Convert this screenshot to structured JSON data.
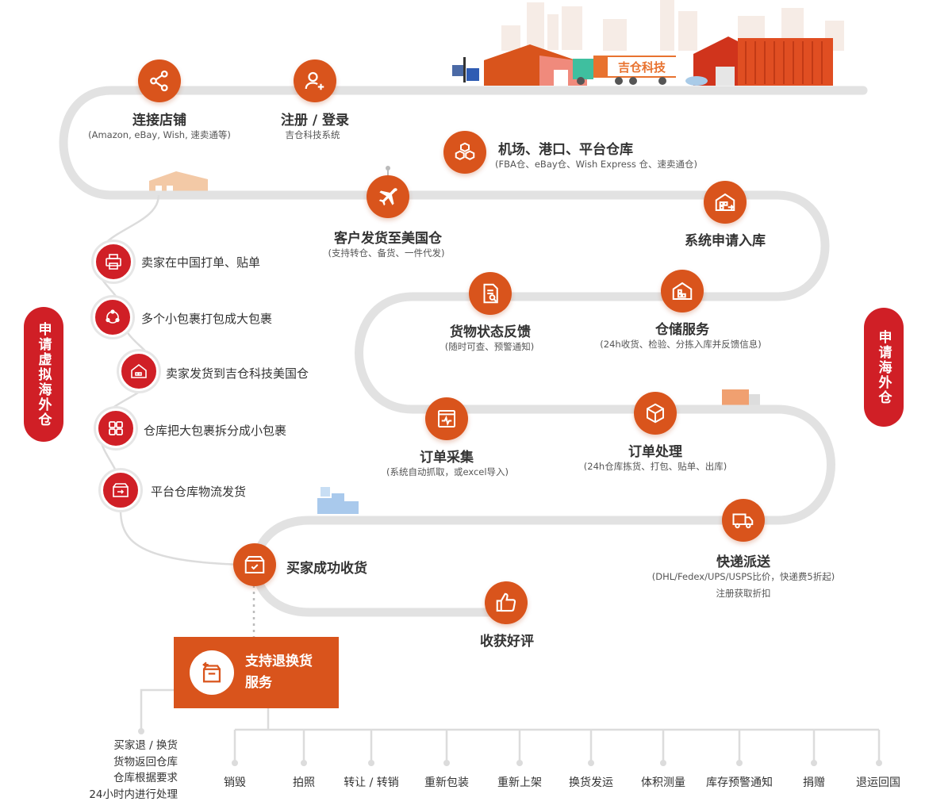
{
  "brand": "吉仓科技",
  "colors": {
    "accent": "#d9541c",
    "red": "#d01f26",
    "path": "#e2e2e2"
  },
  "left_label": "申请虚拟海外仓",
  "right_label": "申请海外仓",
  "steps": {
    "connect": {
      "title": "连接店铺",
      "sub": "(Amazon, eBay, Wish, 速卖通等)",
      "icon": "share-icon"
    },
    "register": {
      "title": "注册 / 登录",
      "sub": "吉仓科技系统",
      "icon": "user-add-icon"
    },
    "airport": {
      "title": "机场、港口、平台仓库",
      "sub": "(FBA仓、eBay仓、Wish Express 仓、速卖通仓)",
      "icon": "boxes-icon"
    },
    "ship_us": {
      "title": "客户发货至美国仓",
      "sub": "(支持转仓、备货、一件代发)",
      "icon": "airplane-icon"
    },
    "inbound": {
      "title": "系统申请入库",
      "icon": "warehouse-icon"
    },
    "status": {
      "title": "货物状态反馈",
      "sub": "(随时可查、预警通知)",
      "icon": "report-icon"
    },
    "storage": {
      "title": "仓储服务",
      "sub": "(24h收货、检验、分拣入库并反馈信息)",
      "icon": "storage-icon"
    },
    "collect": {
      "title": "订单采集",
      "sub": "(系统自动抓取，或excel导入)",
      "icon": "monitor-icon"
    },
    "process": {
      "title": "订单处理",
      "sub": "(24h仓库拣货、打包、贴单、出库)",
      "icon": "cube-icon"
    },
    "deliver": {
      "title": "快递派送",
      "sub": "(DHL/Fedex/UPS/USPS比价，快递费5折起)",
      "sub2": "注册获取折扣",
      "icon": "truck-icon"
    },
    "received": {
      "title": "买家成功收货",
      "icon": "package-check-icon"
    },
    "review": {
      "title": "收获好评",
      "icon": "thumbs-up-icon"
    }
  },
  "side_steps": [
    {
      "label": "卖家在中国打单、贴单",
      "icon": "printer-icon"
    },
    {
      "label": "多个小包裹打包成大包裹",
      "icon": "cycle-icon"
    },
    {
      "label": "卖家发货到吉仓科技美国仓",
      "icon": "home-box-icon"
    },
    {
      "label": "仓库把大包裹拆分成小包裹",
      "icon": "grid-icon"
    },
    {
      "label": "平台仓库物流发货",
      "icon": "box-arrow-icon"
    }
  ],
  "returns": {
    "title_line1": "支持退换货",
    "title_line2": "服务",
    "icon": "return-box-icon",
    "note": [
      "买家退 / 换货",
      "货物返回仓库",
      "仓库根据要求",
      "24小时内进行处理"
    ],
    "options": [
      "销毁",
      "拍照",
      "转让 / 转销",
      "重新包装",
      "重新上架",
      "换货发运",
      "体积测量",
      "库存预警通知",
      "捐赠",
      "退运回国"
    ]
  }
}
